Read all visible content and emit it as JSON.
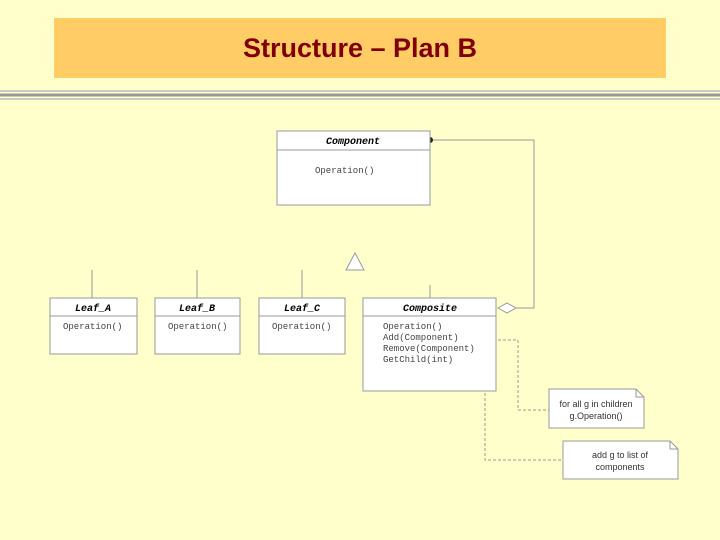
{
  "slide": {
    "title": "Structure – Plan B"
  },
  "uml": {
    "component": {
      "name": "Component",
      "ops": [
        "Operation()"
      ]
    },
    "leaves": [
      {
        "name": "Leaf_A",
        "ops": [
          "Operation()"
        ]
      },
      {
        "name": "Leaf_B",
        "ops": [
          "Operation()"
        ]
      },
      {
        "name": "Leaf_C",
        "ops": [
          "Operation()"
        ]
      }
    ],
    "composite": {
      "name": "Composite",
      "ops": [
        "Operation()",
        "Add(Component)",
        "Remove(Component)",
        "GetChild(int)"
      ]
    },
    "notes": [
      {
        "lines": [
          "for all g in children",
          "g.Operation()"
        ]
      },
      {
        "lines": [
          "add g to list of",
          "components"
        ]
      }
    ]
  },
  "colors": {
    "background": "#ffffcc",
    "title_bar": "#ffcc66",
    "title_text": "#800000",
    "class_box": "#ffffff",
    "line": "#999999"
  }
}
